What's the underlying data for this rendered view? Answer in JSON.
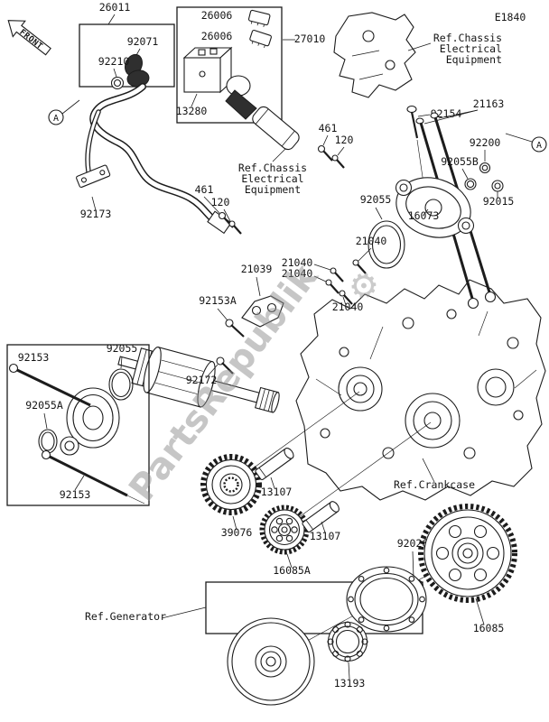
{
  "page": {
    "code": "E1840",
    "front_label": "FRONT",
    "watermark": "PartsRepublik",
    "detail_marker": "A"
  },
  "refs": {
    "chassis_top": [
      "Ref.Chassis",
      "Electrical",
      "Equipment"
    ],
    "chassis_mid": [
      "Ref.Chassis",
      "Electrical",
      "Equipment"
    ],
    "crankcase": "Ref.Crankcase",
    "generator": "Ref.Generator"
  },
  "parts": {
    "p26011": "26011",
    "p26006": "26006",
    "p27010": "27010",
    "p92071": "92071",
    "p92210": "92210",
    "p13280": "13280",
    "p461": "461",
    "p120": "120",
    "p92173": "92173",
    "p92154": "92154",
    "p21163": "21163",
    "p92200": "92200",
    "p92055B": "92055B",
    "p92015": "92015",
    "p16073": "16073",
    "p92055": "92055",
    "p21040": "21040",
    "p21039": "21039",
    "p92153A": "92153A",
    "p92172": "92172",
    "p92153": "92153",
    "p92055A": "92055A",
    "p13107": "13107",
    "p39076": "39076",
    "p16085A": "16085A",
    "p92026": "92026",
    "p16085": "16085",
    "p13193": "13193"
  }
}
